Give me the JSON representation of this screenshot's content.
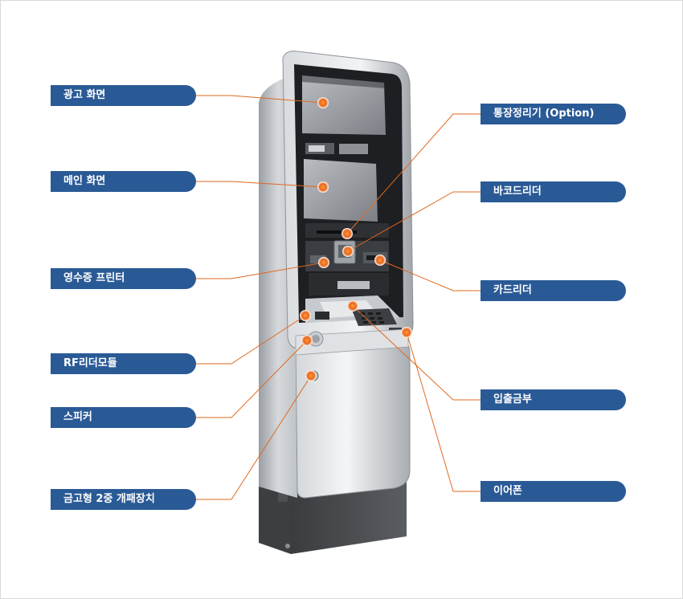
{
  "labels_left": [
    {
      "text": "광고 화면"
    },
    {
      "text": "메인 화면"
    },
    {
      "text": "영수증 프린터"
    },
    {
      "text": "RF리더모듈"
    },
    {
      "text": "스피커"
    },
    {
      "text": "금고형 2중 개패장치"
    }
  ],
  "labels_right": [
    {
      "text": "통장정리기 (Option)"
    },
    {
      "text": "바코드리더"
    },
    {
      "text": "카드리더"
    },
    {
      "text": "입출금부"
    },
    {
      "text": "이어폰"
    }
  ],
  "colors": {
    "label_bg": "#2a5a96",
    "label_text": "#ffffff",
    "leader_line": "#e0691e",
    "marker": "#f07a22"
  }
}
